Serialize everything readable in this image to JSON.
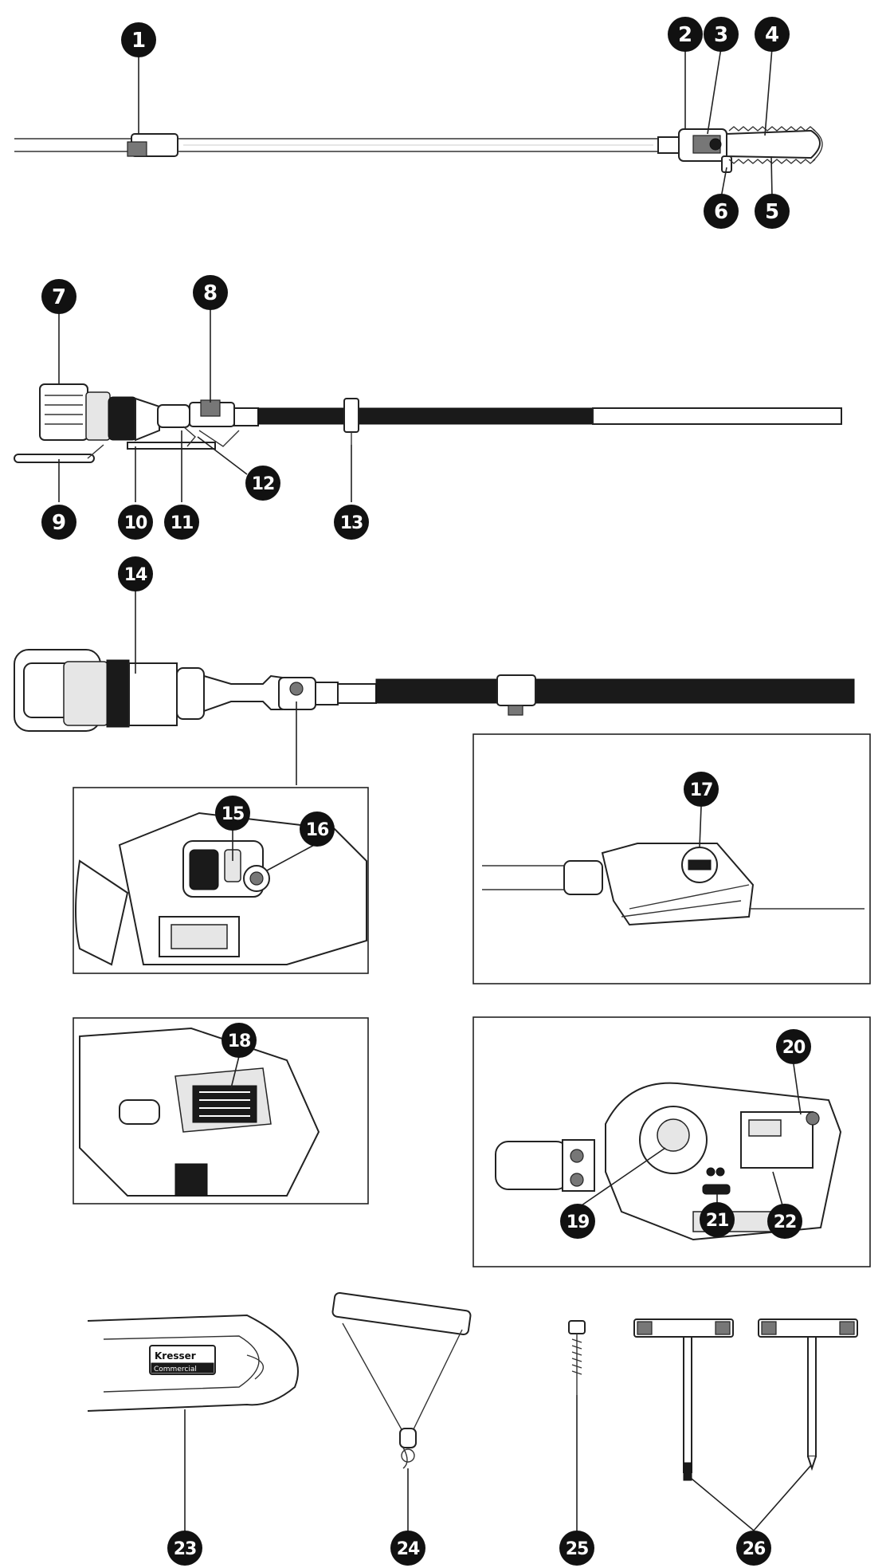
{
  "callouts": {
    "c1": "1",
    "c2": "2",
    "c3": "3",
    "c4": "4",
    "c5": "5",
    "c6": "6",
    "c7": "7",
    "c8": "8",
    "c9": "9",
    "c10": "10",
    "c11": "11",
    "c12": "12",
    "c13": "13",
    "c14": "14",
    "c15": "15",
    "c16": "16",
    "c17": "17",
    "c18": "18",
    "c19": "19",
    "c20": "20",
    "c21": "21",
    "c22": "22",
    "c23": "23",
    "c24": "24",
    "c25": "25",
    "c26": "26"
  },
  "scabbard_logo": {
    "brand": "Kresser",
    "sub": "Commercial"
  }
}
